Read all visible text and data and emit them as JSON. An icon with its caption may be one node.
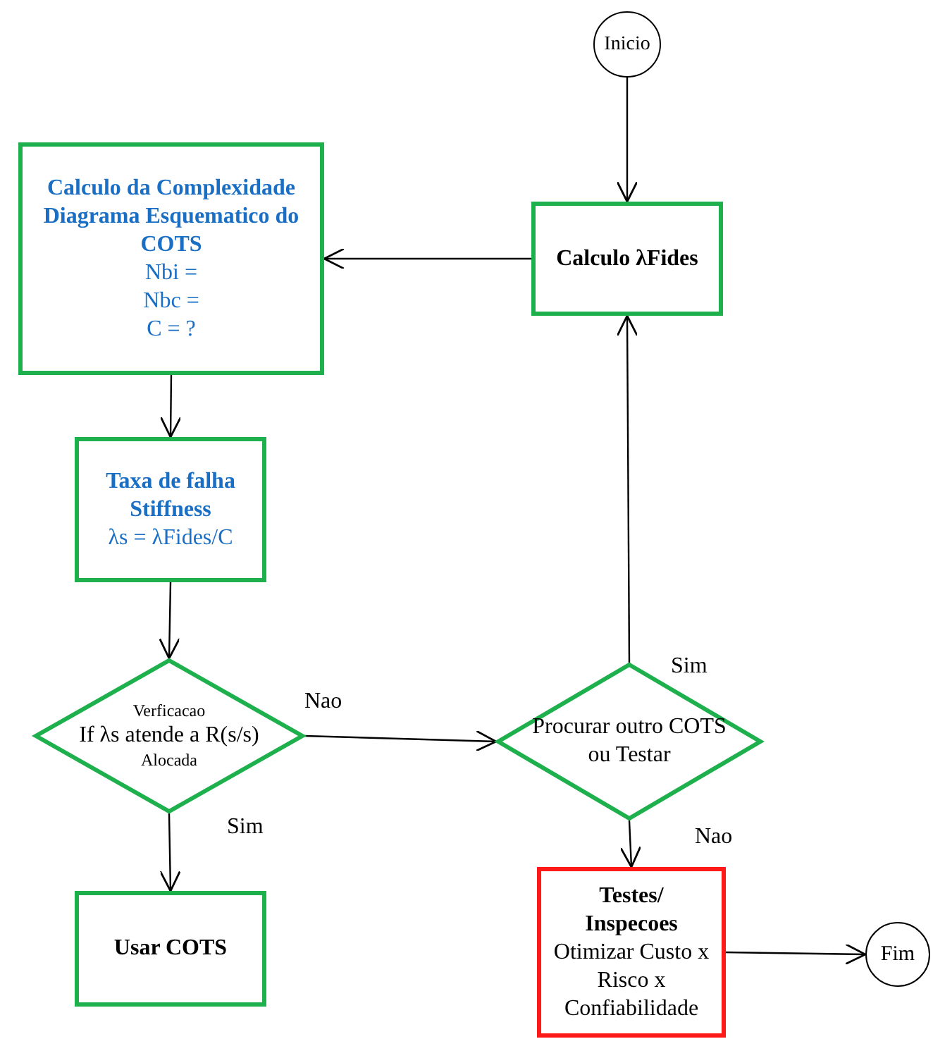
{
  "diagram": {
    "nodes": [
      {
        "text": [
          "Inicio"
        ]
      },
      {
        "text": [
          "Calculo λFides"
        ]
      },
      {
        "text": [
          "Calculo da Complexidade Diagrama Esquematico do COTS",
          "Nbi =",
          "Nbc =",
          "C = ?"
        ]
      },
      {
        "text": [
          "Taxa de falha Stiffness",
          "λs = λFides/C"
        ]
      },
      {
        "text": [
          "Verficacao",
          "If λs atende a R(s/s)",
          "Alocada"
        ]
      },
      {
        "text": [
          "Usar COTS"
        ]
      },
      {
        "text": [
          "Procurar outro COTS ou Testar"
        ]
      },
      {
        "text": [
          "Testes/ Inspecoes",
          "Otimizar Custo x Risco x Confiabilidade"
        ]
      },
      {
        "text": [
          "Fim"
        ]
      }
    ],
    "edges": [
      {
        "from": 0,
        "to": 1,
        "arrow": "to"
      },
      {
        "from": 1,
        "to": 2,
        "arrow": "to"
      },
      {
        "from": 2,
        "to": 3,
        "arrow": "to"
      },
      {
        "from": 3,
        "to": 4,
        "arrow": "to"
      },
      {
        "from": 4,
        "to": 6,
        "arrow": "to",
        "label": "Nao"
      },
      {
        "from": 4,
        "to": 5,
        "arrow": "to",
        "label": "Sim"
      },
      {
        "from": 6,
        "to": 1,
        "arrow": "to",
        "label": "Sim"
      },
      {
        "from": 6,
        "to": 7,
        "arrow": "to",
        "label": "Nao"
      },
      {
        "from": 7,
        "to": 8,
        "arrow": "to"
      }
    ]
  }
}
